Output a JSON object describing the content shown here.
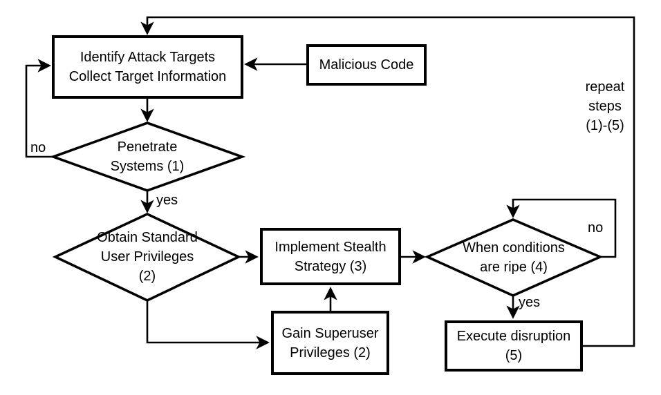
{
  "nodes": {
    "identify": {
      "line1": "Identify Attack Targets",
      "line2": "Collect Target Information"
    },
    "malicious": {
      "line1": "Malicious Code"
    },
    "penetrate": {
      "line1": "Penetrate",
      "line2": "Systems (1)"
    },
    "obtain": {
      "line1": "Obtain Standard",
      "line2": "User Privileges",
      "line3": "(2)"
    },
    "stealth": {
      "line1": "Implement Stealth",
      "line2": "Strategy (3)"
    },
    "superuser": {
      "line1": "Gain Superuser",
      "line2": "Privileges (2)"
    },
    "conditions": {
      "line1": "When conditions",
      "line2": "are ripe (4)"
    },
    "execute": {
      "line1": "Execute disruption",
      "line2": "(5)"
    }
  },
  "edge_labels": {
    "no1": "no",
    "yes1": "yes",
    "no2": "no",
    "yes2": "yes",
    "repeat": {
      "line1": "repeat",
      "line2": "steps",
      "line3": "(1)-(5)"
    }
  },
  "colors": {
    "line": "#000000",
    "background": "#ffffff",
    "text": "#000000"
  }
}
